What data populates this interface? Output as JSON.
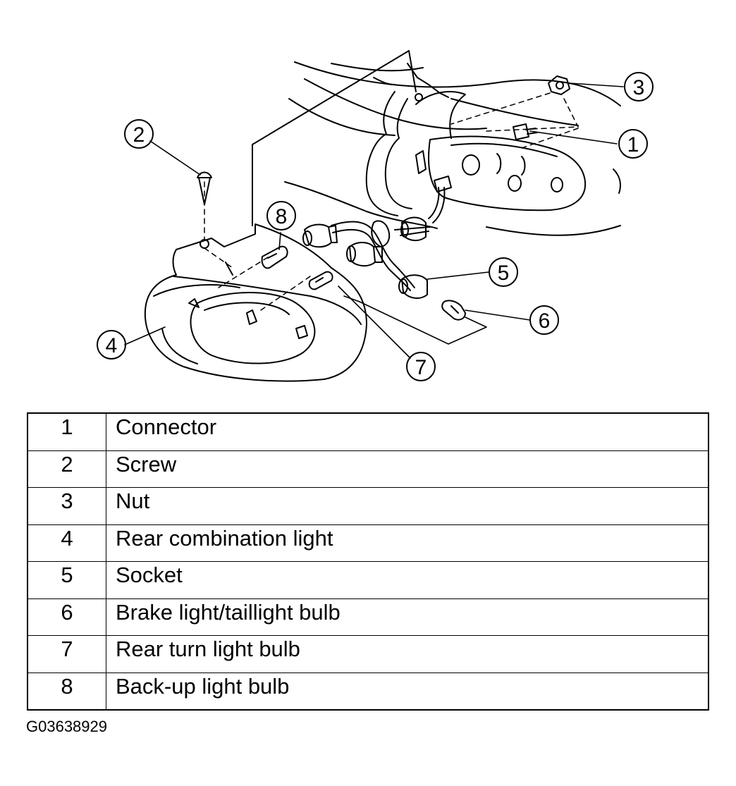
{
  "callouts": [
    "1",
    "2",
    "3",
    "4",
    "5",
    "6",
    "7",
    "8"
  ],
  "legend": [
    {
      "num": "1",
      "label": "Connector"
    },
    {
      "num": "2",
      "label": "Screw"
    },
    {
      "num": "3",
      "label": "Nut"
    },
    {
      "num": "4",
      "label": "Rear combination light"
    },
    {
      "num": "5",
      "label": "Socket"
    },
    {
      "num": "6",
      "label": "Brake light/taillight bulb"
    },
    {
      "num": "7",
      "label": "Rear turn light bulb"
    },
    {
      "num": "8",
      "label": "Back-up light bulb"
    }
  ],
  "figure_id": "G03638929",
  "colors": {
    "ink": "#000000",
    "paper": "#ffffff"
  }
}
